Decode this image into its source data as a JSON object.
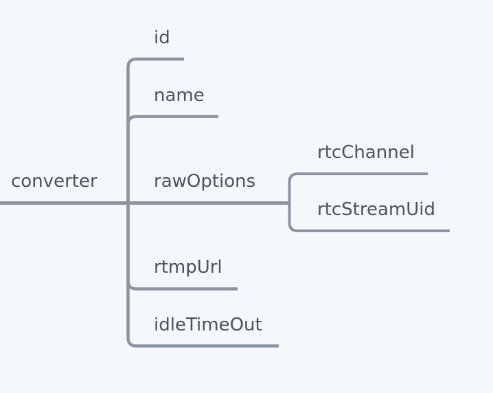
{
  "mindmap": {
    "root": {
      "label": "converter",
      "children": [
        {
          "label": "id"
        },
        {
          "label": "name"
        },
        {
          "label": "rawOptions",
          "children": [
            {
              "label": "rtcChannel"
            },
            {
              "label": "rtcStreamUid"
            }
          ]
        },
        {
          "label": "rtmpUrl"
        },
        {
          "label": "idleTimeOut"
        }
      ]
    },
    "colors": {
      "background": "#f5f8fb",
      "edge": "#8b94a3",
      "text": "#49525f"
    }
  }
}
